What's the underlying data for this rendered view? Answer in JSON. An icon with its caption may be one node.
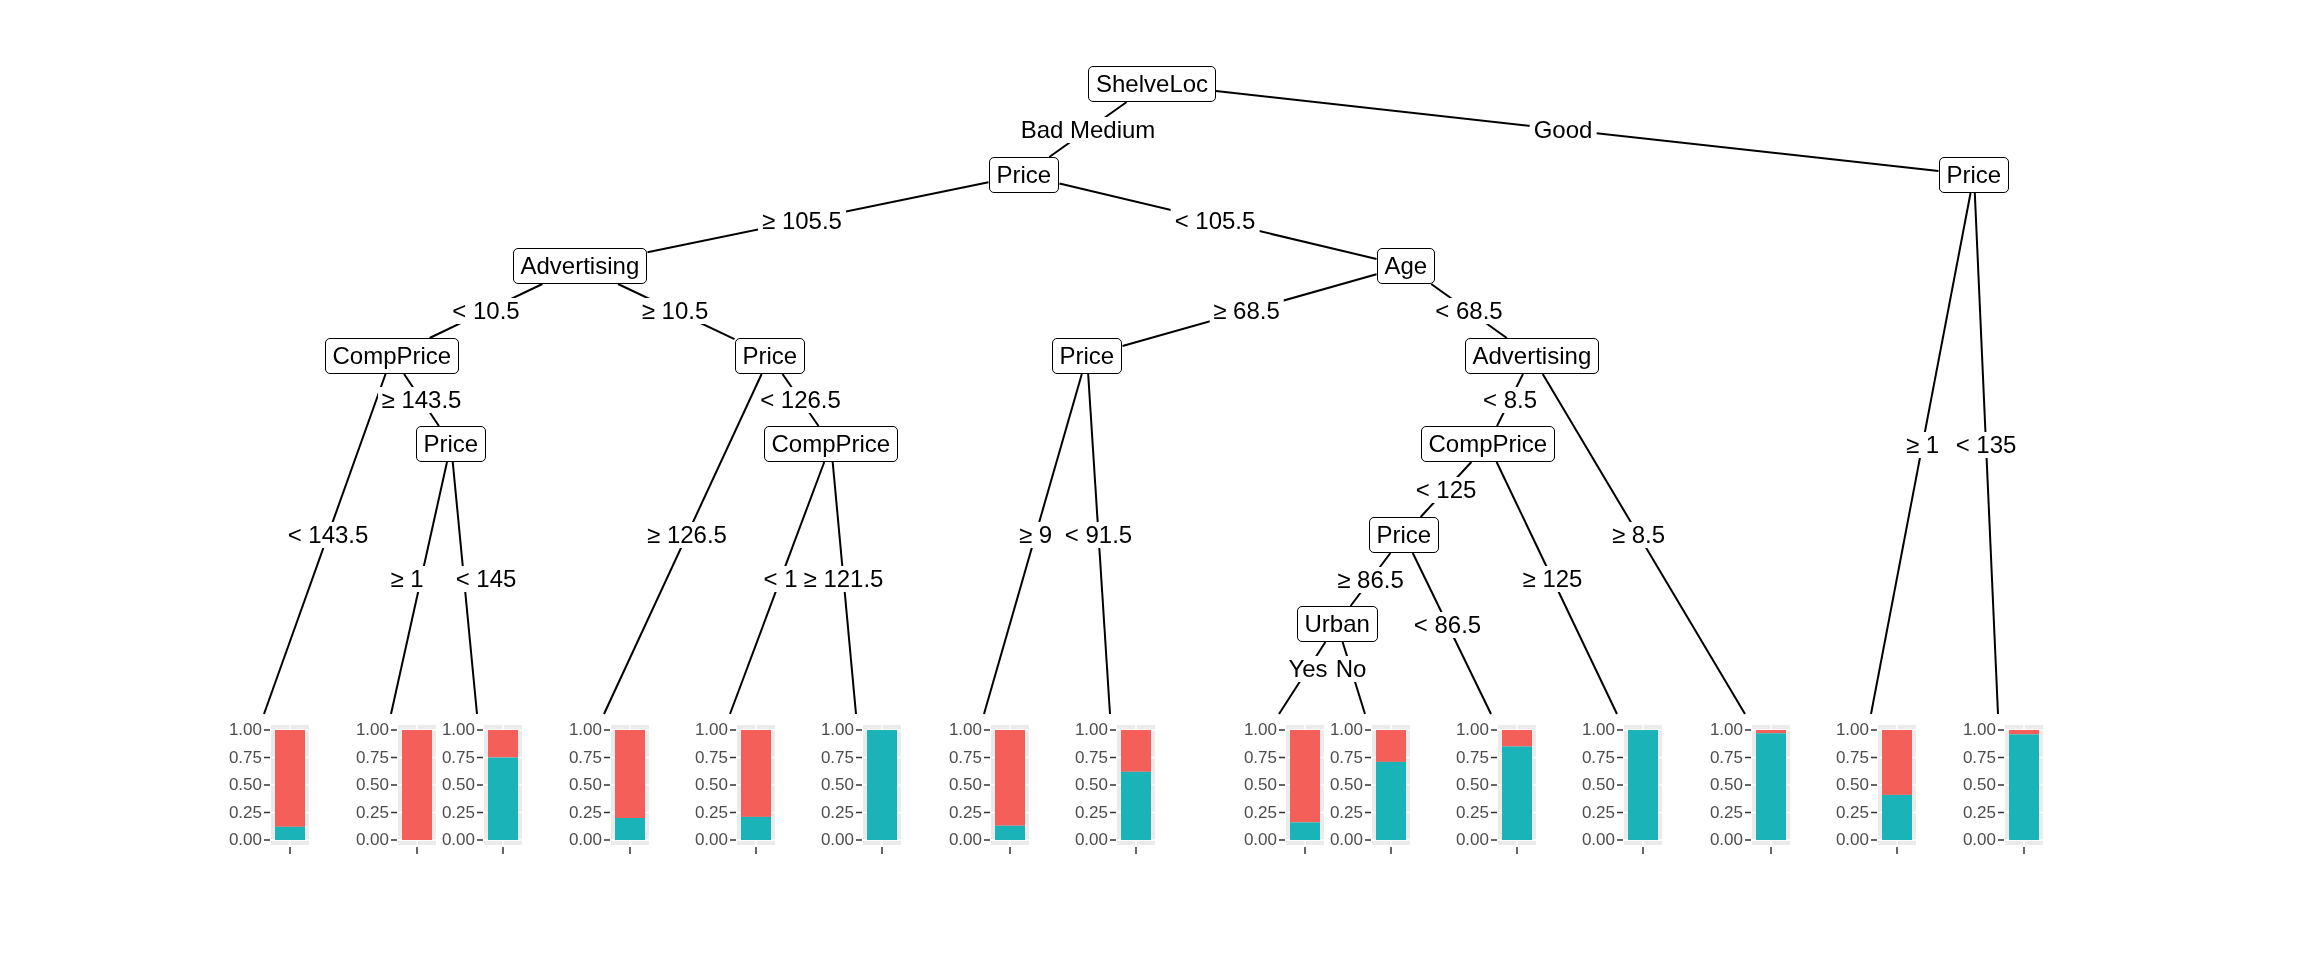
{
  "diagram": {
    "nodes": [
      {
        "text": [
          "ShelveLoc"
        ]
      },
      {
        "text": [
          "Price"
        ]
      },
      {
        "text": [
          "Price"
        ]
      },
      {
        "text": [
          "Advertising"
        ]
      },
      {
        "text": [
          "Age"
        ]
      },
      {
        "text": [
          "CompPrice"
        ]
      },
      {
        "text": [
          "Price"
        ]
      },
      {
        "text": [
          "Price"
        ]
      },
      {
        "text": [
          "Advertising"
        ]
      },
      {
        "text": [
          "Price"
        ]
      },
      {
        "text": [
          "CompPrice"
        ]
      },
      {
        "text": [
          "CompPrice"
        ]
      },
      {
        "text": [
          "Price"
        ]
      },
      {
        "text": [
          "Urban"
        ]
      },
      {
        "text": [],
        "shape": "bar",
        "beside": [
          "1.00",
          "0.75",
          "0.50",
          "0.25",
          "0.00"
        ]
      },
      {
        "text": [],
        "shape": "bar",
        "beside": [
          "1.00",
          "0.75",
          "0.50",
          "0.25",
          "0.00"
        ]
      },
      {
        "text": [],
        "shape": "bar",
        "beside": [
          "1.00",
          "0.75",
          "0.50",
          "0.25",
          "0.00"
        ]
      },
      {
        "text": [],
        "shape": "bar",
        "beside": [
          "1.00",
          "0.75",
          "0.50",
          "0.25",
          "0.00"
        ]
      },
      {
        "text": [],
        "shape": "bar",
        "beside": [
          "1.00",
          "0.75",
          "0.50",
          "0.25",
          "0.00"
        ]
      },
      {
        "text": [],
        "shape": "bar",
        "beside": [
          "1.00",
          "0.75",
          "0.50",
          "0.25",
          "0.00"
        ]
      },
      {
        "text": [],
        "shape": "bar",
        "beside": [
          "1.00",
          "0.75",
          "0.50",
          "0.25",
          "0.00"
        ]
      },
      {
        "text": [],
        "shape": "bar",
        "beside": [
          "1.00",
          "0.75",
          "0.50",
          "0.25",
          "0.00"
        ]
      },
      {
        "text": [],
        "shape": "bar",
        "beside": [
          "1.00",
          "0.75",
          "0.50",
          "0.25",
          "0.00"
        ]
      },
      {
        "text": [],
        "shape": "bar",
        "beside": [
          "1.00",
          "0.75",
          "0.50",
          "0.25",
          "0.00"
        ]
      },
      {
        "text": [],
        "shape": "bar",
        "beside": [
          "1.00",
          "0.75",
          "0.50",
          "0.25",
          "0.00"
        ]
      },
      {
        "text": [],
        "shape": "bar",
        "beside": [
          "1.00",
          "0.75",
          "0.50",
          "0.25",
          "0.00"
        ]
      },
      {
        "text": [],
        "shape": "bar",
        "beside": [
          "1.00",
          "0.75",
          "0.50",
          "0.25",
          "0.00"
        ]
      },
      {
        "text": [],
        "shape": "bar",
        "beside": [
          "1.00",
          "0.75",
          "0.50",
          "0.25",
          "0.00"
        ]
      },
      {
        "text": [],
        "shape": "bar",
        "beside": [
          "1.00",
          "0.75",
          "0.50",
          "0.25",
          "0.00"
        ]
      }
    ],
    "edges": [
      {
        "from": 0,
        "to": 1,
        "arrow": "none",
        "label": "Bad Medium"
      },
      {
        "from": 0,
        "to": 2,
        "arrow": "none",
        "label": "Good"
      },
      {
        "from": 1,
        "to": 3,
        "arrow": "none",
        "label": "≥ 105.5"
      },
      {
        "from": 1,
        "to": 4,
        "arrow": "none",
        "label": "< 105.5"
      },
      {
        "from": 3,
        "to": 5,
        "arrow": "none",
        "label": "< 10.5"
      },
      {
        "from": 3,
        "to": 6,
        "arrow": "none",
        "label": "≥ 10.5"
      },
      {
        "from": 5,
        "to": 14,
        "arrow": "none",
        "label": "< 143.5"
      },
      {
        "from": 5,
        "to": 9,
        "arrow": "none",
        "label": "≥ 143.5"
      },
      {
        "from": 9,
        "to": 15,
        "arrow": "none",
        "label": "≥ 1"
      },
      {
        "from": 9,
        "to": 16,
        "arrow": "none",
        "label": "< 145"
      },
      {
        "from": 6,
        "to": 17,
        "arrow": "none",
        "label": "≥ 126.5"
      },
      {
        "from": 6,
        "to": 10,
        "arrow": "none",
        "label": "< 126.5"
      },
      {
        "from": 10,
        "to": 18,
        "arrow": "none",
        "label": "< 1"
      },
      {
        "from": 10,
        "to": 19,
        "arrow": "none",
        "label": "≥ 121.5"
      },
      {
        "from": 4,
        "to": 7,
        "arrow": "none",
        "label": "≥ 68.5"
      },
      {
        "from": 4,
        "to": 8,
        "arrow": "none",
        "label": "< 68.5"
      },
      {
        "from": 7,
        "to": 20,
        "arrow": "none",
        "label": "≥ 9"
      },
      {
        "from": 7,
        "to": 21,
        "arrow": "none",
        "label": "< 91.5"
      },
      {
        "from": 8,
        "to": 11,
        "arrow": "none",
        "label": "< 8.5"
      },
      {
        "from": 8,
        "to": 26,
        "arrow": "none",
        "label": "≥ 8.5"
      },
      {
        "from": 11,
        "to": 12,
        "arrow": "none",
        "label": "< 125"
      },
      {
        "from": 11,
        "to": 25,
        "arrow": "none",
        "label": "≥ 125"
      },
      {
        "from": 12,
        "to": 13,
        "arrow": "none",
        "label": "≥ 86.5"
      },
      {
        "from": 12,
        "to": 24,
        "arrow": "none",
        "label": "< 86.5"
      },
      {
        "from": 13,
        "to": 22,
        "arrow": "none",
        "label": "Yes"
      },
      {
        "from": 13,
        "to": 23,
        "arrow": "none",
        "label": "No"
      },
      {
        "from": 2,
        "to": 27,
        "arrow": "none",
        "label": "≥ 1"
      },
      {
        "from": 2,
        "to": 28,
        "arrow": "none",
        "label": "< 135"
      }
    ]
  }
}
